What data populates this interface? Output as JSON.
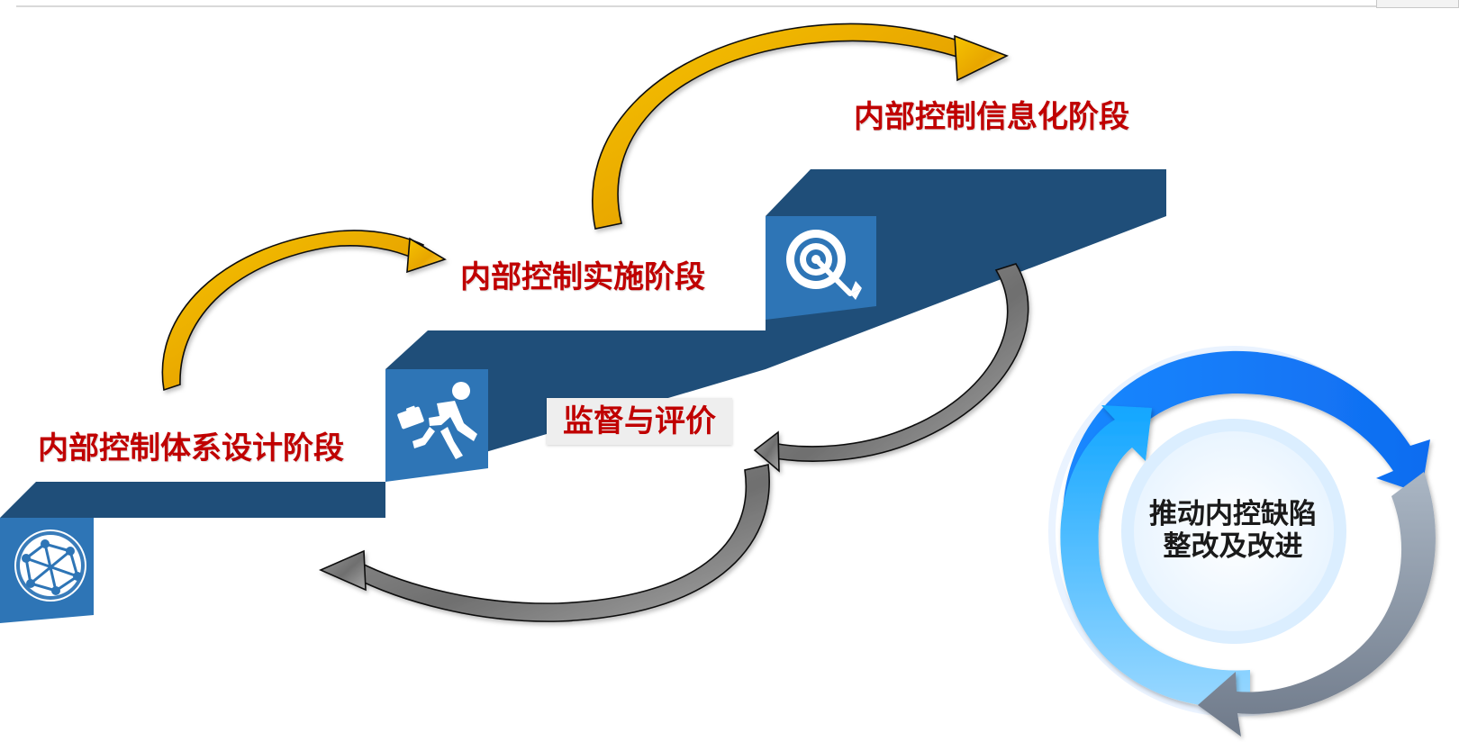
{
  "labels": {
    "design": "内部控制体系设计阶段",
    "implementation": "内部控制实施阶段",
    "informatization": "内部控制信息化阶段",
    "monitoring": "监督与评价"
  },
  "cycle": {
    "line1": "推动内控缺陷",
    "line2": "整改及改进"
  },
  "colors": {
    "step_dark": "#1f4e79",
    "step_blue": "#2e75b6",
    "label_red": "#c00000",
    "arrow_gold": "#ffc000",
    "arrow_gray": "#7f7f7f",
    "cycle_blue": "#1e88ff",
    "cycle_light": "#56b8ff",
    "cycle_gray": "#8e9aaa"
  },
  "icons": {
    "step1": "network-globe-icon",
    "step2": "running-person-briefcase-icon",
    "step3": "target-arrow-icon"
  }
}
